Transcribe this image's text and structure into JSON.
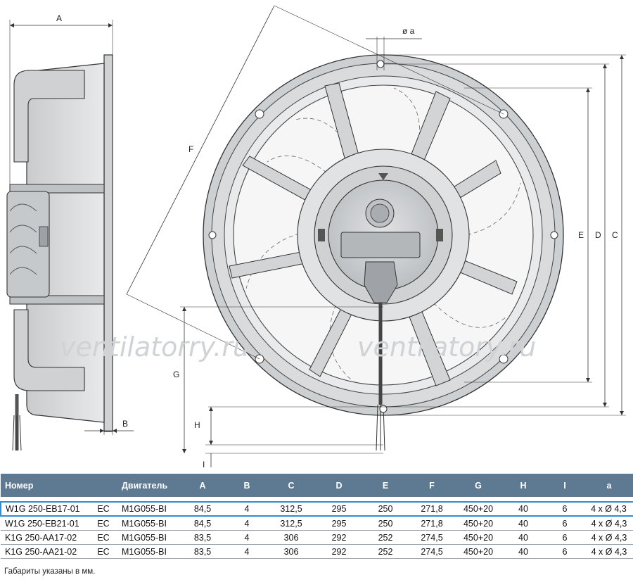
{
  "drawing": {
    "dimension_labels": {
      "A": "A",
      "B": "B",
      "C": "C",
      "D": "D",
      "E": "E",
      "F": "F",
      "G": "G",
      "H": "H",
      "I": "I",
      "oa": "ø a"
    },
    "watermark": "ventilatorry.ru",
    "watermark2": "ventilatory.ru"
  },
  "table": {
    "headers": [
      "Номер",
      "",
      "Двигатель",
      "A",
      "B",
      "C",
      "D",
      "E",
      "F",
      "G",
      "H",
      "I",
      "a"
    ],
    "rows": [
      [
        "W1G 250-EB17-01",
        "EC",
        "M1G055-BI",
        "84,5",
        "4",
        "312,5",
        "295",
        "250",
        "271,8",
        "450+20",
        "40",
        "6",
        "4 x Ø 4,3"
      ],
      [
        "W1G 250-EB21-01",
        "EC",
        "M1G055-BI",
        "84,5",
        "4",
        "312,5",
        "295",
        "250",
        "271,8",
        "450+20",
        "40",
        "6",
        "4 x Ø 4,3"
      ],
      [
        "K1G 250-AA17-02",
        "EC",
        "M1G055-BI",
        "83,5",
        "4",
        "306",
        "292",
        "252",
        "274,5",
        "450+20",
        "40",
        "6",
        "4 x Ø 4,3"
      ],
      [
        "K1G 250-AA21-02",
        "EC",
        "M1G055-BI",
        "83,5",
        "4",
        "306",
        "292",
        "252",
        "274,5",
        "450+20",
        "40",
        "6",
        "4 x Ø 4,3"
      ]
    ],
    "highlighted_row": 0
  },
  "footnote": "Габариты указаны в мм.",
  "colors": {
    "header_bg": "#5e7a93",
    "highlight": "#2a8fd6",
    "body_gray": "#d7d9db"
  }
}
